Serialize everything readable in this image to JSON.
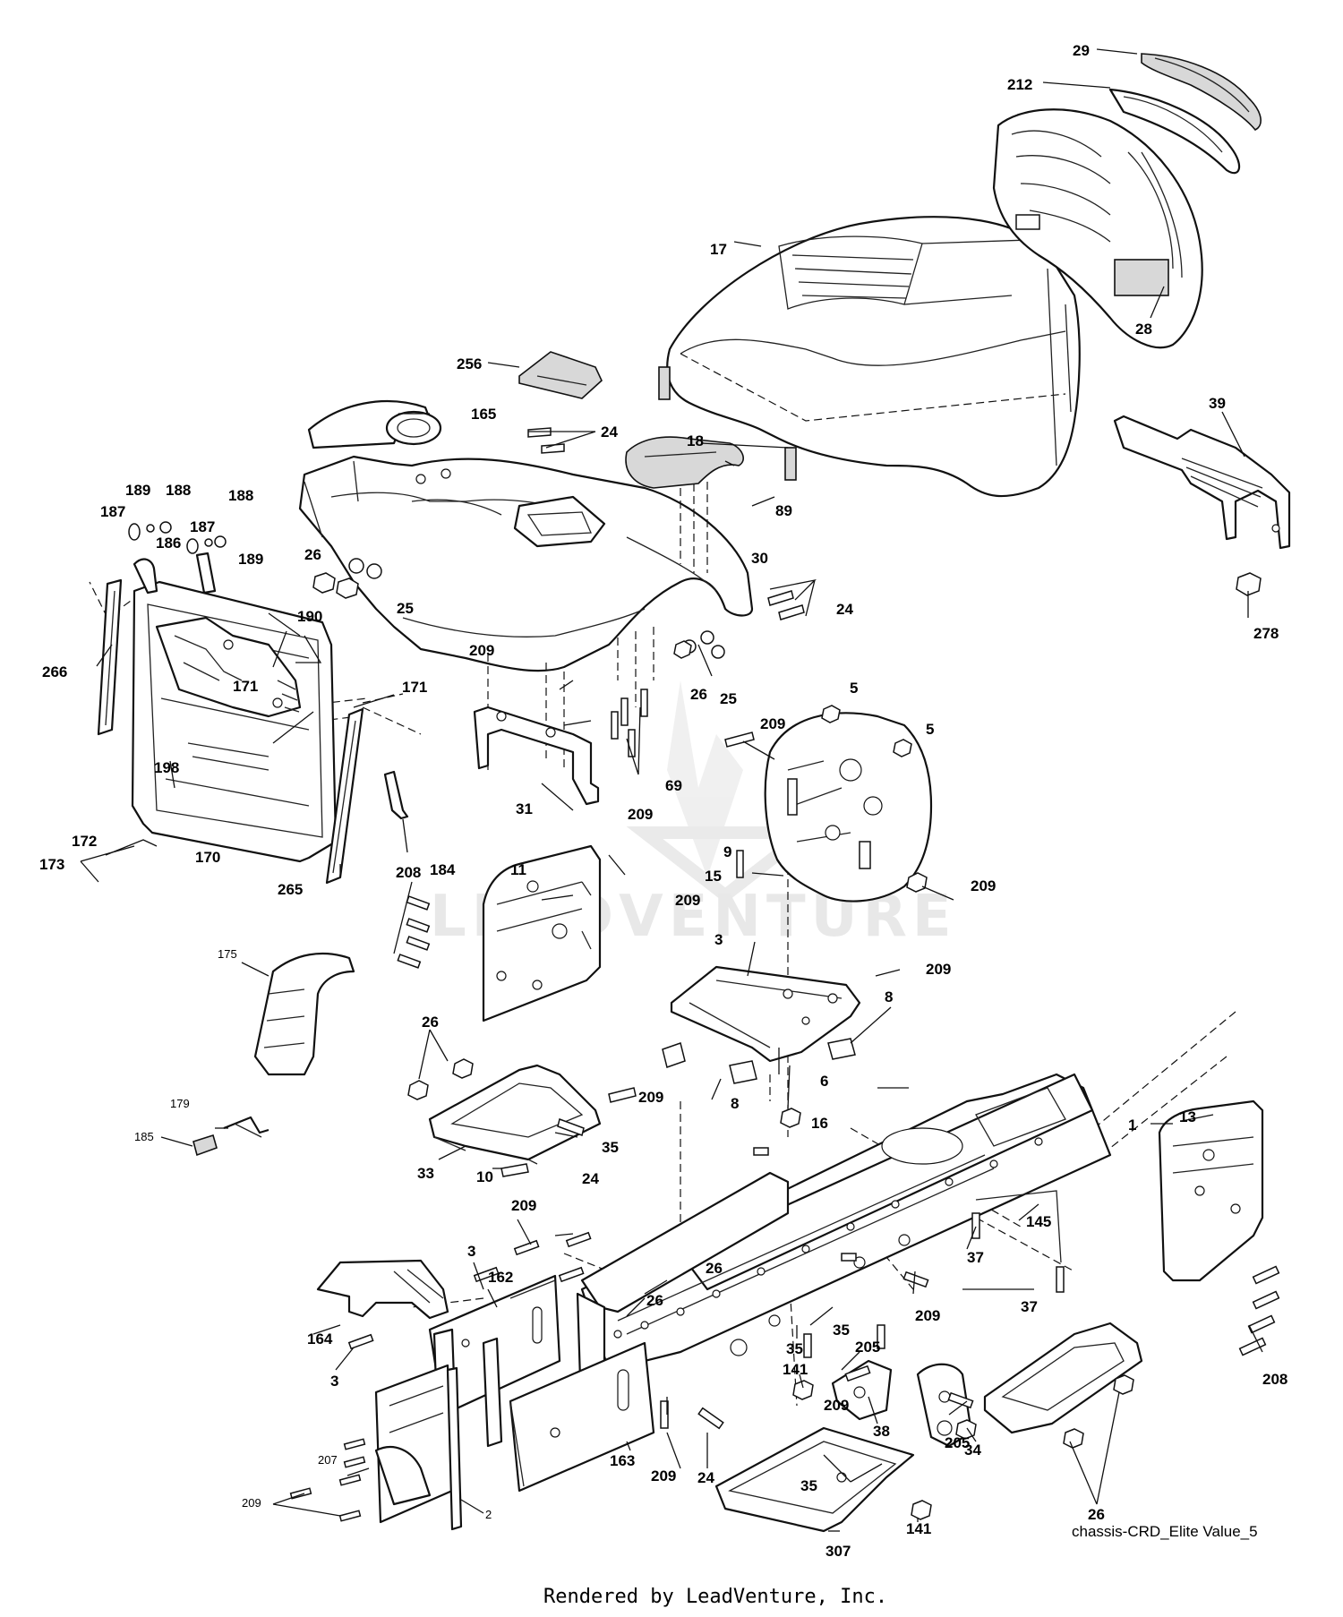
{
  "diagram": {
    "drawing_id": "chassis-CRD_Elite Value_5",
    "render_credit": "Rendered by LeadVenture, Inc.",
    "watermark": "LEADVENTURE"
  },
  "callouts": [
    {
      "id": "c-29",
      "label": "29"
    },
    {
      "id": "c-212",
      "label": "212"
    },
    {
      "id": "c-17",
      "label": "17"
    },
    {
      "id": "c-28",
      "label": "28"
    },
    {
      "id": "c-256",
      "label": "256"
    },
    {
      "id": "c-165",
      "label": "165"
    },
    {
      "id": "c-24a",
      "label": "24"
    },
    {
      "id": "c-18",
      "label": "18"
    },
    {
      "id": "c-89",
      "label": "89"
    },
    {
      "id": "c-39",
      "label": "39"
    },
    {
      "id": "c-278",
      "label": "278"
    },
    {
      "id": "c-189a",
      "label": "189"
    },
    {
      "id": "c-188a",
      "label": "188"
    },
    {
      "id": "c-187a",
      "label": "187"
    },
    {
      "id": "c-187b",
      "label": "187"
    },
    {
      "id": "c-186",
      "label": "186"
    },
    {
      "id": "c-188b",
      "label": "188"
    },
    {
      "id": "c-189b",
      "label": "189"
    },
    {
      "id": "c-26a",
      "label": "26"
    },
    {
      "id": "c-25a",
      "label": "25"
    },
    {
      "id": "c-30",
      "label": "30"
    },
    {
      "id": "c-24b",
      "label": "24"
    },
    {
      "id": "c-190",
      "label": "190"
    },
    {
      "id": "c-266",
      "label": "266"
    },
    {
      "id": "c-171a",
      "label": "171"
    },
    {
      "id": "c-171b",
      "label": "171"
    },
    {
      "id": "c-209a",
      "label": "209"
    },
    {
      "id": "c-26b",
      "label": "26"
    },
    {
      "id": "c-25b",
      "label": "25"
    },
    {
      "id": "c-5a",
      "label": "5"
    },
    {
      "id": "c-5b",
      "label": "5"
    },
    {
      "id": "c-209b",
      "label": "209"
    },
    {
      "id": "c-69",
      "label": "69"
    },
    {
      "id": "c-198",
      "label": "198"
    },
    {
      "id": "c-172",
      "label": "172"
    },
    {
      "id": "c-173",
      "label": "173"
    },
    {
      "id": "c-170",
      "label": "170"
    },
    {
      "id": "c-31",
      "label": "31"
    },
    {
      "id": "c-209c",
      "label": "209"
    },
    {
      "id": "c-184",
      "label": "184"
    },
    {
      "id": "c-9",
      "label": "9"
    },
    {
      "id": "c-15",
      "label": "15"
    },
    {
      "id": "c-265",
      "label": "265"
    },
    {
      "id": "c-11",
      "label": "11"
    },
    {
      "id": "c-209d",
      "label": "209"
    },
    {
      "id": "c-208a",
      "label": "208"
    },
    {
      "id": "c-209e",
      "label": "209"
    },
    {
      "id": "c-3a",
      "label": "3"
    },
    {
      "id": "c-209f",
      "label": "209"
    },
    {
      "id": "c-175",
      "label": "175"
    },
    {
      "id": "c-8a",
      "label": "8"
    },
    {
      "id": "c-26c",
      "label": "26"
    },
    {
      "id": "c-6",
      "label": "6"
    },
    {
      "id": "c-209g",
      "label": "209"
    },
    {
      "id": "c-8b",
      "label": "8"
    },
    {
      "id": "c-179",
      "label": "179"
    },
    {
      "id": "c-16",
      "label": "16"
    },
    {
      "id": "c-1",
      "label": "1"
    },
    {
      "id": "c-13",
      "label": "13"
    },
    {
      "id": "c-185",
      "label": "185"
    },
    {
      "id": "c-35a",
      "label": "35"
    },
    {
      "id": "c-33",
      "label": "33"
    },
    {
      "id": "c-10",
      "label": "10"
    },
    {
      "id": "c-24c",
      "label": "24"
    },
    {
      "id": "c-209h",
      "label": "209"
    },
    {
      "id": "c-145",
      "label": "145"
    },
    {
      "id": "c-3b",
      "label": "3"
    },
    {
      "id": "c-162",
      "label": "162"
    },
    {
      "id": "c-26d",
      "label": "26"
    },
    {
      "id": "c-37a",
      "label": "37"
    },
    {
      "id": "c-26e",
      "label": "26"
    },
    {
      "id": "c-209i",
      "label": "209"
    },
    {
      "id": "c-37b",
      "label": "37"
    },
    {
      "id": "c-164",
      "label": "164"
    },
    {
      "id": "c-35b",
      "label": "35"
    },
    {
      "id": "c-35c",
      "label": "35"
    },
    {
      "id": "c-205a",
      "label": "205"
    },
    {
      "id": "c-3c",
      "label": "3"
    },
    {
      "id": "c-208b",
      "label": "208"
    },
    {
      "id": "c-141a",
      "label": "141"
    },
    {
      "id": "c-209j",
      "label": "209"
    },
    {
      "id": "c-38",
      "label": "38"
    },
    {
      "id": "c-205b",
      "label": "205"
    },
    {
      "id": "c-34",
      "label": "34"
    },
    {
      "id": "c-207",
      "label": "207"
    },
    {
      "id": "c-163",
      "label": "163"
    },
    {
      "id": "c-209k",
      "label": "209"
    },
    {
      "id": "c-24d",
      "label": "24"
    },
    {
      "id": "c-35d",
      "label": "35"
    },
    {
      "id": "c-26f",
      "label": "26"
    },
    {
      "id": "c-209l",
      "label": "209"
    },
    {
      "id": "c-2",
      "label": "2"
    },
    {
      "id": "c-141b",
      "label": "141"
    },
    {
      "id": "c-307",
      "label": "307"
    }
  ]
}
